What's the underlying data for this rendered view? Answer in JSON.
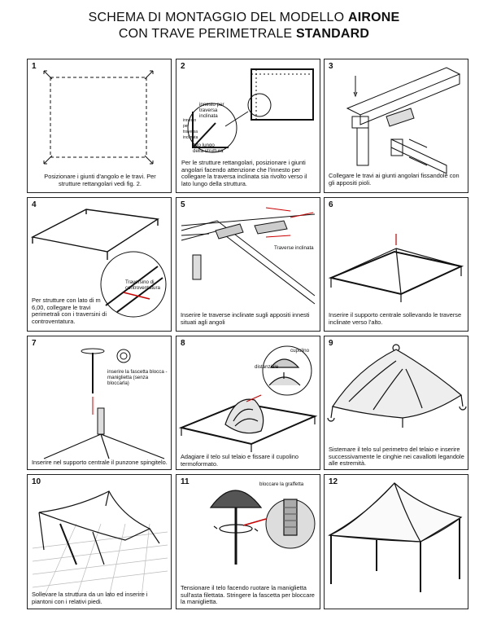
{
  "header": {
    "line1_prefix": "SCHEMA DI MONTAGGIO DEL MODELLO ",
    "line1_bold": "AIRONE",
    "line2_prefix": "CON TRAVE PERIMETRALE ",
    "line2_bold": "STANDARD"
  },
  "steps": [
    {
      "number": "1",
      "caption": "Posizionare i giunti d'angolo e le travi. Per strutture rettangolari vedi fig. 2."
    },
    {
      "number": "2",
      "caption": "Per le strutture rettangolari, posizionare i giunti angolari facendo attenzione che l'innesto per collegare la traversa inclinata sia rivolto verso il lato lungo della struttura.",
      "labels": [
        "innesto per traversa inclinata",
        "innesto per traversa inclinata",
        "lato lungo della struttura"
      ]
    },
    {
      "number": "3",
      "caption": "Collegare le travi ai giunti angolari fissandole con gli appositi pioli."
    },
    {
      "number": "4",
      "caption": "Per strutture con lato di m 6,00, collegare le travi perimetrali con i traversini di controventatura.",
      "labels": [
        "Traversino di controventatura"
      ]
    },
    {
      "number": "5",
      "caption": "Inserire le traverse inclinate sugli appositi innesti situati agli angoli",
      "labels": [
        "Traverse inclinata"
      ]
    },
    {
      "number": "6",
      "caption": "Inserire il supporto centrale sollevando le traverse inclinate verso l'alto."
    },
    {
      "number": "7",
      "caption": "Inserire nel supporto centrale il punzone spingitelo.",
      "labels": [
        "inserire la fascetta blocca -maniglietta (senza bloccarla)"
      ]
    },
    {
      "number": "8",
      "caption": "Adagiare il telo sul telaio e fissare il cupolino termoformato.",
      "labels": [
        "distanziale",
        "cupolino"
      ]
    },
    {
      "number": "9",
      "caption": "Sistemare il telo sul perimetro del telaio e inserire successivamente le cinghie nei cavallotti legandole alle estremità."
    },
    {
      "number": "10",
      "caption": "Sollevare la struttura da un lato ed inserire i piantoni con i relativi piedi."
    },
    {
      "number": "11",
      "caption": "Tensionare il telo facendo ruotare la maniglietta sull'asta filettata. Stringere la fascetta per bloccare la maniglietta.",
      "labels": [
        "bloccare la graffetta"
      ]
    },
    {
      "number": "12",
      "caption": ""
    }
  ]
}
